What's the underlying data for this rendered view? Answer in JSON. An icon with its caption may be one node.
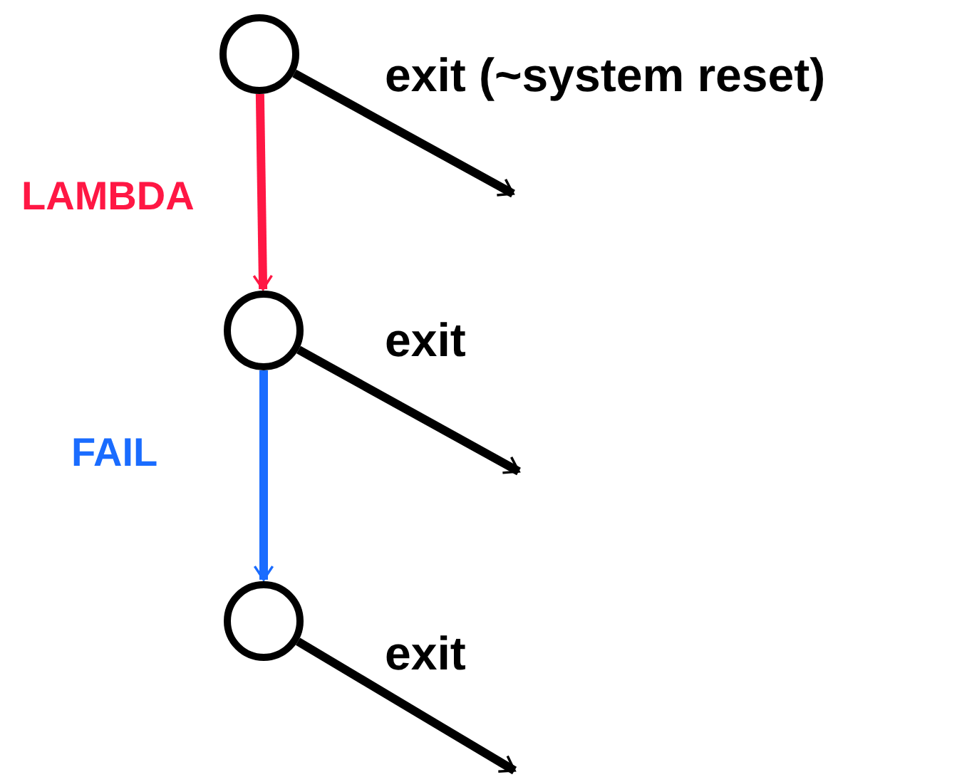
{
  "diagram": {
    "nodes": [
      {
        "text": [],
        "shape": "circle"
      },
      {
        "text": [],
        "shape": "circle"
      },
      {
        "text": [],
        "shape": "circle"
      }
    ],
    "edges": [
      {
        "from": 0,
        "to": null,
        "arrow": "to",
        "label": "exit (~system reset)"
      },
      {
        "from": 0,
        "to": 1,
        "arrow": "to",
        "label": "LAMBDA",
        "color": "#ff1744"
      },
      {
        "from": 1,
        "to": null,
        "arrow": "to",
        "label": "exit"
      },
      {
        "from": 1,
        "to": 2,
        "arrow": "to",
        "label": "FAIL",
        "color": "#1a6cff"
      },
      {
        "from": 2,
        "to": null,
        "arrow": "to",
        "label": "exit"
      }
    ]
  }
}
